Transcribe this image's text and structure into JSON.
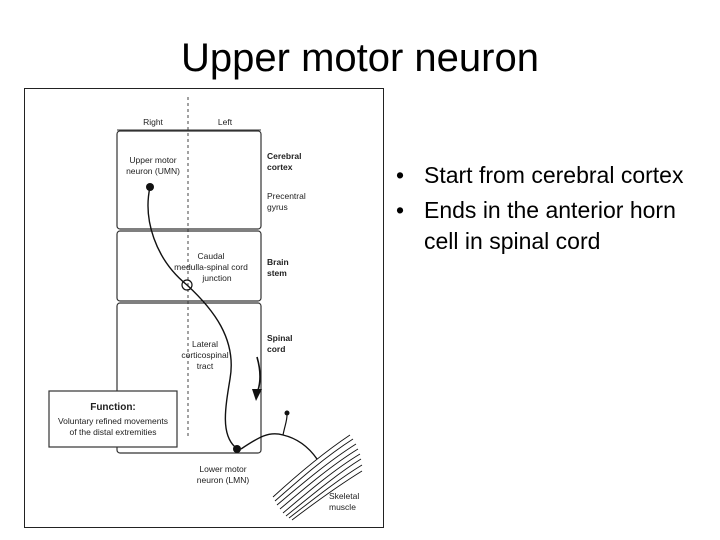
{
  "slide": {
    "title": "Upper motor neuron"
  },
  "bullets": [
    {
      "text": "Start from cerebral cortex"
    },
    {
      "text": "Ends in the anterior horn cell in spinal cord"
    }
  ],
  "diagram": {
    "side_right": "Right",
    "side_left": "Left",
    "umn_label": [
      "Upper motor",
      "neuron (UMN)"
    ],
    "cerebral_cortex": [
      "Cerebral",
      "cortex"
    ],
    "precentral_gyrus": [
      "Precentral",
      "gyrus"
    ],
    "junction_label": [
      "Caudal",
      "medulla-spinal cord",
      "junction"
    ],
    "brain_stem": [
      "Brain",
      "stem"
    ],
    "tract_label": [
      "Lateral",
      "corticospinal",
      "tract"
    ],
    "spinal_cord": [
      "Spinal",
      "cord"
    ],
    "function_title": "Function:",
    "function_text": [
      "Voluntary refined movements",
      "of the distal extremities"
    ],
    "lmn_label": [
      "Lower motor",
      "neuron (LMN)"
    ],
    "muscle_label": [
      "Skeletal",
      "muscle"
    ]
  }
}
